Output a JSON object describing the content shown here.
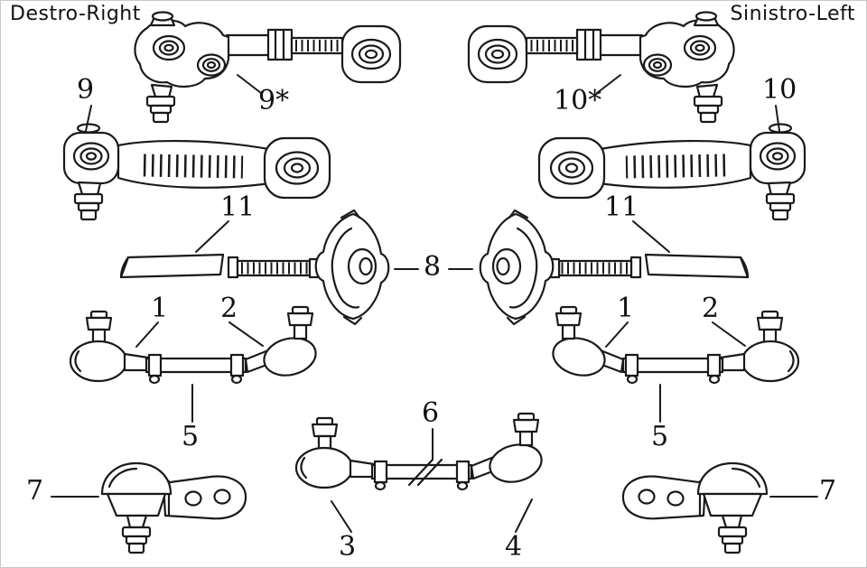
{
  "title": {
    "left": "Destro-Right",
    "right": "Sinistro-Left"
  },
  "callouts": {
    "c9": "9",
    "c9s": "9*",
    "c10s": "10*",
    "c10": "10",
    "c11l": "11",
    "c11r": "11",
    "c8": "8",
    "c1l": "1",
    "c2l": "2",
    "c1r": "1",
    "c2r": "2",
    "c5l": "5",
    "c5r": "5",
    "c6": "6",
    "c7l": "7",
    "c7r": "7",
    "c3": "3",
    "c4": "4"
  },
  "colors": {
    "ink": "#1a1a1a",
    "background": "#ffffff"
  }
}
